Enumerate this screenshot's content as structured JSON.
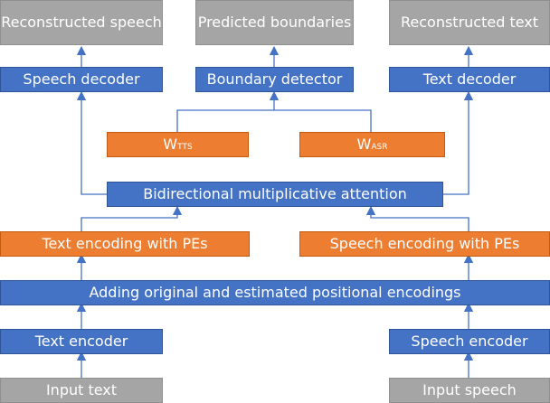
{
  "outputs": {
    "reconstructed_speech": "Reconstructed speech",
    "predicted_boundaries": "Predicted boundaries",
    "reconstructed_text": "Reconstructed text"
  },
  "decoders": {
    "speech_decoder": "Speech decoder",
    "boundary_detector": "Boundary detector",
    "text_decoder": "Text decoder"
  },
  "weights": {
    "tts_main": "W",
    "tts_sub": "TTS",
    "asr_main": "W",
    "asr_sub": "ASR"
  },
  "attention": "Bidirectional multiplicative attention",
  "encodings": {
    "text": "Text encoding with PEs",
    "speech": "Speech encoding with PEs"
  },
  "positional": "Adding original and estimated positional encodings",
  "encoders": {
    "text": "Text encoder",
    "speech": "Speech encoder"
  },
  "inputs": {
    "text": "Input text",
    "speech": "Input speech"
  },
  "colors": {
    "blue": "#4472c4",
    "orange": "#ed7d31",
    "gray": "#a5a5a5"
  }
}
